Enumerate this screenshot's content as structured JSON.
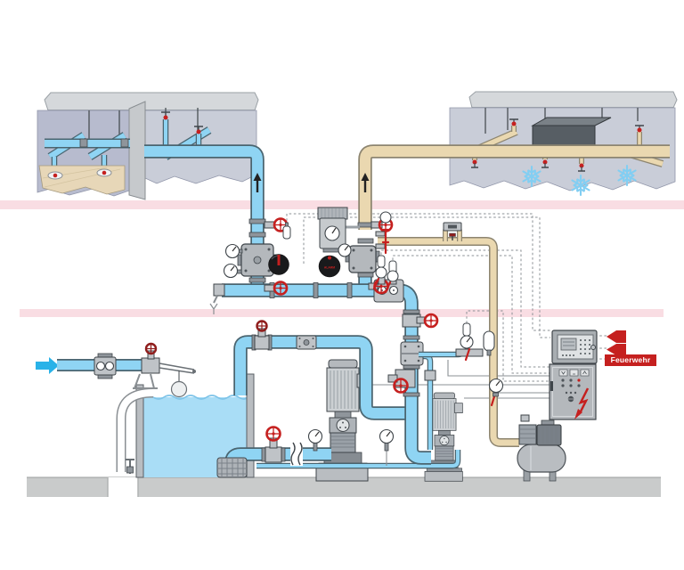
{
  "diagram": {
    "labels": {
      "fire_brigade": "Feuerwehr",
      "alarm_gong": "ALARM"
    },
    "colors": {
      "pipe_water": "#8fd4f3",
      "pipe_water_edge": "#4a6570",
      "pipe_air": "#ead8b0",
      "pipe_air_edge": "#8d8570",
      "tank_water": "#a9ddf6",
      "accent_red": "#c5201f",
      "dark_red": "#8f1d1c",
      "floor_band": "#f9dde3",
      "ground": "#c9cbcb",
      "slab": "#d5d8db",
      "zone_left": "#b7bbce",
      "zone_right": "#c9cdd8",
      "ceiling_panel": "#e7d7b8",
      "snowflake": "#82cef2",
      "wire": "#8b9094",
      "metal": "#bfc3c7",
      "metal_dark": "#8f959b",
      "gong": "#191a1c",
      "panel_body": "#a9aeb2",
      "inlet_arrow": "#29b2e8"
    },
    "components": [
      "wet-ceiling-sprinkler-zone",
      "dry-ceiling-sprinkler-zone-frost",
      "wet-alarm-valve-station",
      "dry-alarm-valve-station",
      "alarm-gongs",
      "pressure-switches",
      "test-manifold",
      "main-riser-check-valve",
      "water-storage-tank",
      "float-valve",
      "water-inlet-meter",
      "overflow-drain",
      "main-fire-pump",
      "jockey-pump",
      "air-compressor",
      "compressed-air-line",
      "fire-alarm-panel",
      "alarm-horns",
      "fire-brigade-signal",
      "pump-control-cabinet"
    ]
  }
}
